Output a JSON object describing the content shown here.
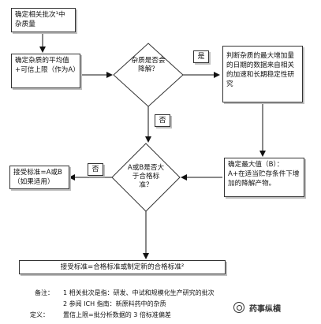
{
  "boxes": {
    "b1": "确定相关批次¹中杂质量",
    "b2": "确定杂质的平均值+可信上限（作为A）",
    "b3": "判断杂质的最大增加量的日期的数据来自相关的加速和长期稳定性研究",
    "b4": "确定最大值（B）：A+在适当贮存条件下增加的降解产物。",
    "b5": "接受标准=A或B（如果适用）",
    "b6": "接受标准=合格标准或制定新的合格标准²"
  },
  "decisions": {
    "d1": "杂质是否会降解？",
    "d2": "A或B是否大于合格标准？"
  },
  "branches": {
    "yes": "是",
    "no_d1": "否",
    "no_d2": "否"
  },
  "notes": {
    "line1_label": "备注：",
    "line1": "1 相关批次是指：研发、中试和规模化生产研究的批次",
    "line2": "2 参阅 ICH 指南：新原料药中的杂质",
    "line3_label": "定义：",
    "line3": "置信上限=批分析数据的 3 倍标准偏差"
  },
  "watermark": "药事纵横"
}
